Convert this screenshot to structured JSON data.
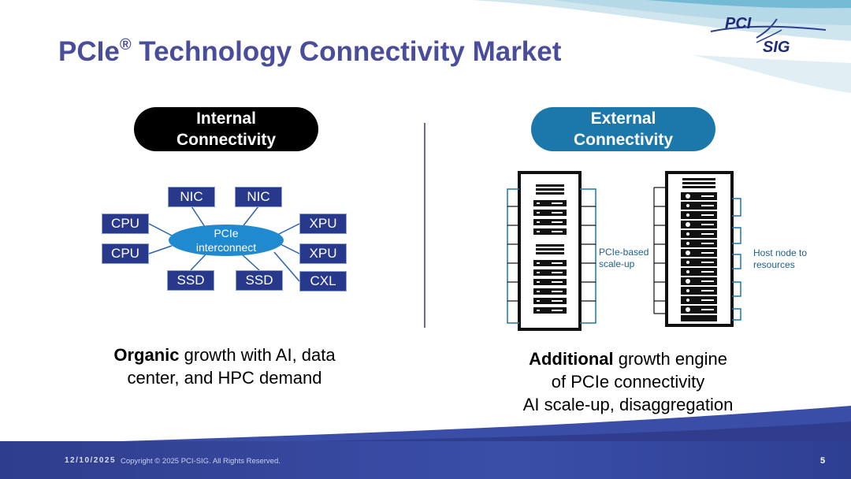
{
  "slide": {
    "title_main": "PCIe",
    "title_reg": "®",
    "title_rest": " Technology Connectivity Market",
    "logo_top": "PCI",
    "logo_bottom": "SIG"
  },
  "internal": {
    "pill_line1": "Internal",
    "pill_line2": "Connectivity",
    "hub_line1": "PCIe",
    "hub_line2": "interconnect",
    "nodes": {
      "nic1": "NIC",
      "nic2": "NIC",
      "cpu1": "CPU",
      "cpu2": "CPU",
      "xpu1": "XPU",
      "xpu2": "XPU",
      "ssd1": "SSD",
      "ssd2": "SSD",
      "cxl": "CXL"
    },
    "caption_bold": "Organic",
    "caption_line1_rest": " growth with AI, data",
    "caption_line2": "center, and HPC demand"
  },
  "external": {
    "pill_line1": "External",
    "pill_line2": "Connectivity",
    "note_left_1": "PCIe-based",
    "note_left_2": "scale-up",
    "note_right_1": "Host node to",
    "note_right_2": "resources",
    "caption_bold": "Additional",
    "caption_line1_rest": " growth engine",
    "caption_line2": "of PCIe connectivity",
    "caption_line3": "AI scale-up, disaggregation"
  },
  "footer": {
    "date": "12/10/2025",
    "copyright": "Copyright © 2025 PCI-SIG. All Rights Reserved.",
    "page": "5"
  },
  "colors": {
    "title": "#4a4d9c",
    "node_fill": "#28388a",
    "hub_fill": "#1f8ad0",
    "external_pill": "#1c77aa",
    "footer": "#2f3d8c"
  }
}
